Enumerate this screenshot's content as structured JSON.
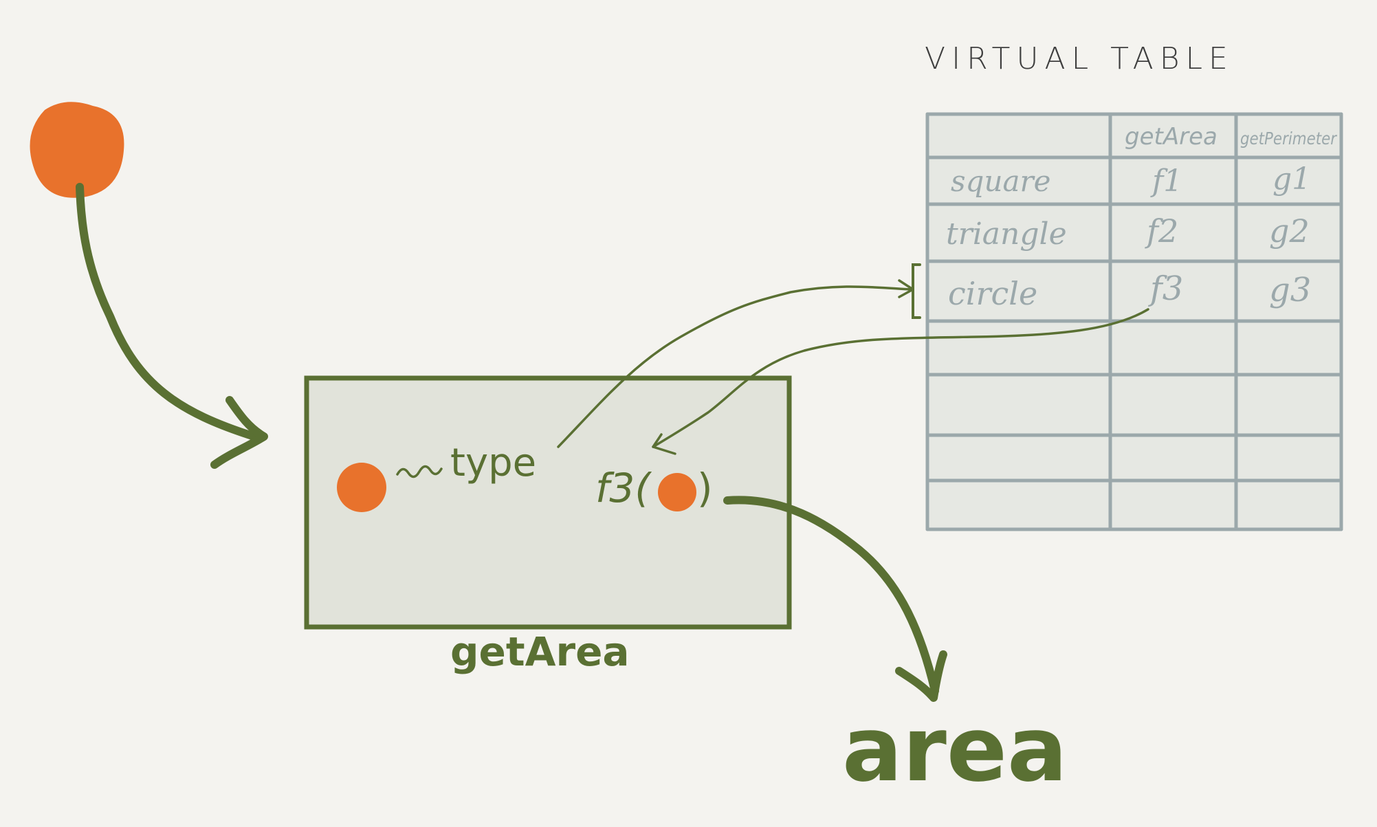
{
  "table": {
    "title": "VIRTUAL TABLE",
    "headers": [
      "",
      "getArea",
      "getPerimeter"
    ],
    "rows": [
      {
        "name": "square",
        "getArea": "f1",
        "getPerimeter": "g1"
      },
      {
        "name": "triangle",
        "getArea": "f2",
        "getPerimeter": "g2"
      },
      {
        "name": "circle",
        "getArea": "f3",
        "getPerimeter": "g3"
      },
      {
        "name": "",
        "getArea": "",
        "getPerimeter": ""
      },
      {
        "name": "",
        "getArea": "",
        "getPerimeter": ""
      },
      {
        "name": "",
        "getArea": "",
        "getPerimeter": ""
      },
      {
        "name": "",
        "getArea": "",
        "getPerimeter": ""
      }
    ]
  },
  "function_box": {
    "type_label": "type",
    "call_label": "f3(",
    "call_close": ")",
    "caption": "getArea"
  },
  "output": {
    "label": "area"
  },
  "colors": {
    "background": "#f4f3ef",
    "accent_green": "#5a7033",
    "dot_orange": "#e8722c",
    "table_line": "#9ba8ab",
    "box_fill": "#e1e3da"
  }
}
